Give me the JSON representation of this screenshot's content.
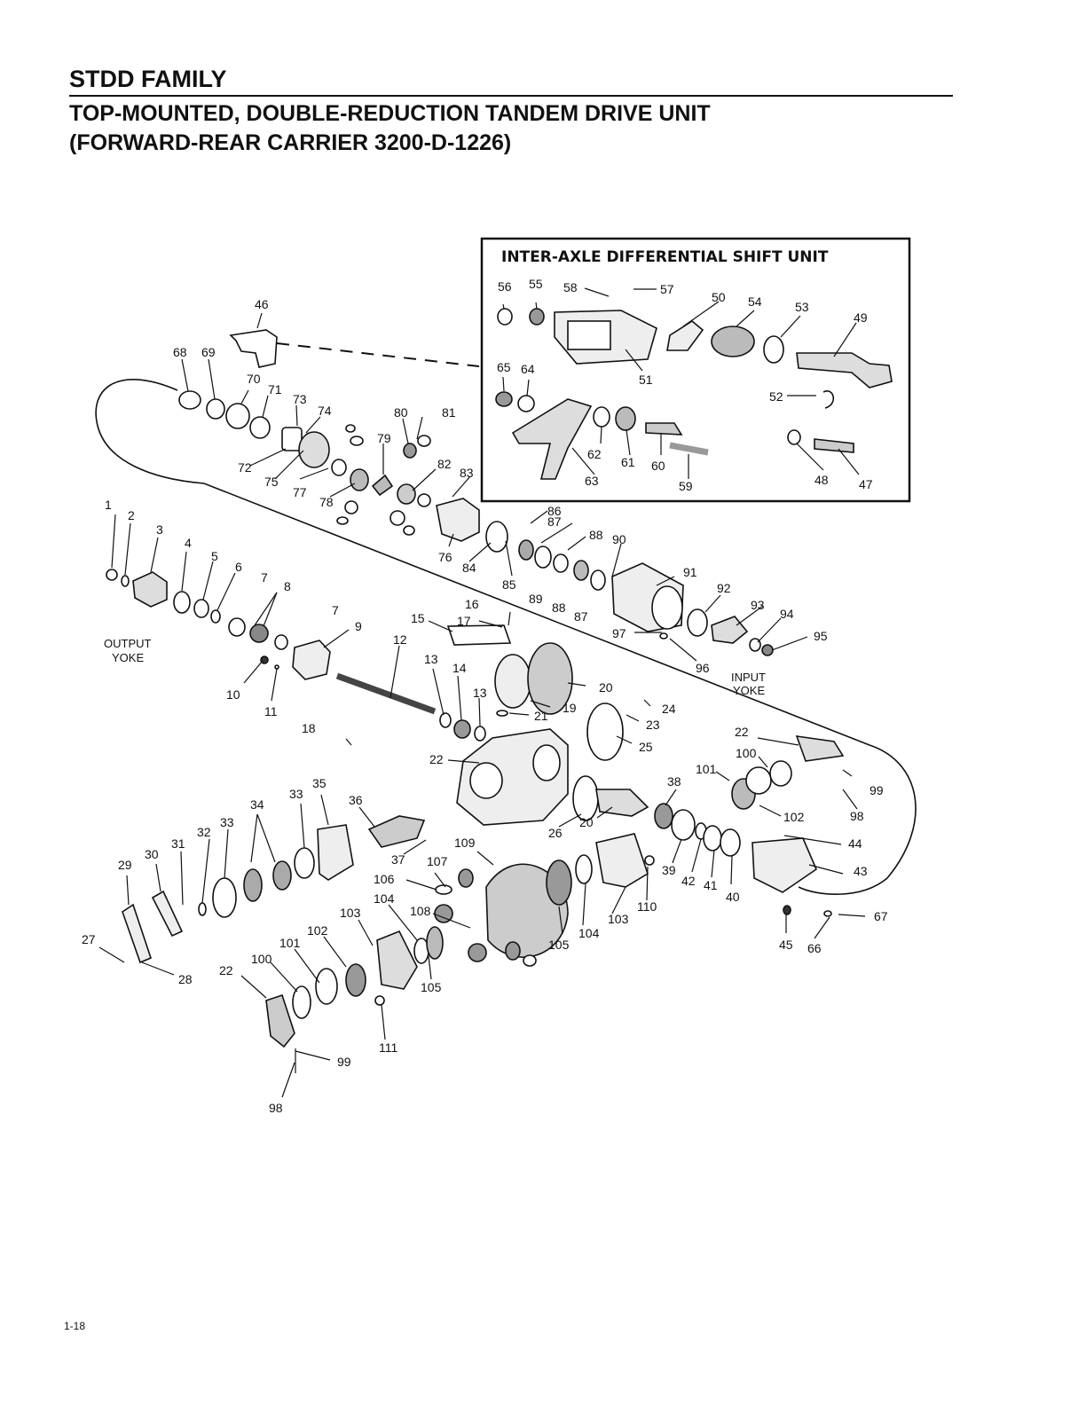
{
  "header": {
    "family": "STDD FAMILY",
    "line1": "TOP-MOUNTED, DOUBLE-REDUCTION TANDEM DRIVE UNIT",
    "line2": "(FORWARD-REAR CARRIER 3200-D-1226)"
  },
  "inset": {
    "title": "INTER-AXLE DIFFERENTIAL SHIFT UNIT"
  },
  "captions": {
    "output_yoke": [
      "OUTPUT",
      "YOKE"
    ],
    "input_yoke": [
      "INPUT",
      "YOKE"
    ]
  },
  "part_numbers": [
    {
      "n": "46"
    },
    {
      "n": "68"
    },
    {
      "n": "69"
    },
    {
      "n": "70"
    },
    {
      "n": "71"
    },
    {
      "n": "73"
    },
    {
      "n": "74"
    },
    {
      "n": "72"
    },
    {
      "n": "75"
    },
    {
      "n": "77"
    },
    {
      "n": "78"
    },
    {
      "n": "79"
    },
    {
      "n": "80"
    },
    {
      "n": "81"
    },
    {
      "n": "82"
    },
    {
      "n": "83"
    },
    {
      "n": "76"
    },
    {
      "n": "84"
    },
    {
      "n": "85"
    },
    {
      "n": "86"
    },
    {
      "n": "87"
    },
    {
      "n": "88"
    },
    {
      "n": "89"
    },
    {
      "n": "88"
    },
    {
      "n": "87"
    },
    {
      "n": "90"
    },
    {
      "n": "91"
    },
    {
      "n": "92"
    },
    {
      "n": "93"
    },
    {
      "n": "94"
    },
    {
      "n": "95"
    },
    {
      "n": "96"
    },
    {
      "n": "97"
    },
    {
      "n": "1"
    },
    {
      "n": "2"
    },
    {
      "n": "3"
    },
    {
      "n": "4"
    },
    {
      "n": "5"
    },
    {
      "n": "6"
    },
    {
      "n": "7"
    },
    {
      "n": "8"
    },
    {
      "n": "7"
    },
    {
      "n": "9"
    },
    {
      "n": "10"
    },
    {
      "n": "11"
    },
    {
      "n": "12"
    },
    {
      "n": "13"
    },
    {
      "n": "14"
    },
    {
      "n": "13"
    },
    {
      "n": "15"
    },
    {
      "n": "16"
    },
    {
      "n": "17"
    },
    {
      "n": "18"
    },
    {
      "n": "19"
    },
    {
      "n": "20"
    },
    {
      "n": "21"
    },
    {
      "n": "24"
    },
    {
      "n": "23"
    },
    {
      "n": "25"
    },
    {
      "n": "22"
    },
    {
      "n": "26"
    },
    {
      "n": "20"
    },
    {
      "n": "22"
    },
    {
      "n": "100"
    },
    {
      "n": "101"
    },
    {
      "n": "99"
    },
    {
      "n": "98"
    },
    {
      "n": "102"
    },
    {
      "n": "38"
    },
    {
      "n": "44"
    },
    {
      "n": "43"
    },
    {
      "n": "39"
    },
    {
      "n": "42"
    },
    {
      "n": "41"
    },
    {
      "n": "40"
    },
    {
      "n": "45"
    },
    {
      "n": "66"
    },
    {
      "n": "67"
    },
    {
      "n": "34"
    },
    {
      "n": "33"
    },
    {
      "n": "35"
    },
    {
      "n": "36"
    },
    {
      "n": "33"
    },
    {
      "n": "32"
    },
    {
      "n": "31"
    },
    {
      "n": "30"
    },
    {
      "n": "29"
    },
    {
      "n": "37"
    },
    {
      "n": "109"
    },
    {
      "n": "107"
    },
    {
      "n": "106"
    },
    {
      "n": "108"
    },
    {
      "n": "104"
    },
    {
      "n": "103"
    },
    {
      "n": "102"
    },
    {
      "n": "101"
    },
    {
      "n": "100"
    },
    {
      "n": "22"
    },
    {
      "n": "27"
    },
    {
      "n": "28"
    },
    {
      "n": "105"
    },
    {
      "n": "105"
    },
    {
      "n": "104"
    },
    {
      "n": "103"
    },
    {
      "n": "110"
    },
    {
      "n": "111"
    },
    {
      "n": "99"
    },
    {
      "n": "98"
    },
    {
      "n": "56"
    },
    {
      "n": "55"
    },
    {
      "n": "58"
    },
    {
      "n": "57"
    },
    {
      "n": "50"
    },
    {
      "n": "54"
    },
    {
      "n": "53"
    },
    {
      "n": "49"
    },
    {
      "n": "65"
    },
    {
      "n": "64"
    },
    {
      "n": "51"
    },
    {
      "n": "52"
    },
    {
      "n": "62"
    },
    {
      "n": "61"
    },
    {
      "n": "60"
    },
    {
      "n": "59"
    },
    {
      "n": "63"
    },
    {
      "n": "48"
    },
    {
      "n": "47"
    }
  ],
  "page_number": "1-18"
}
